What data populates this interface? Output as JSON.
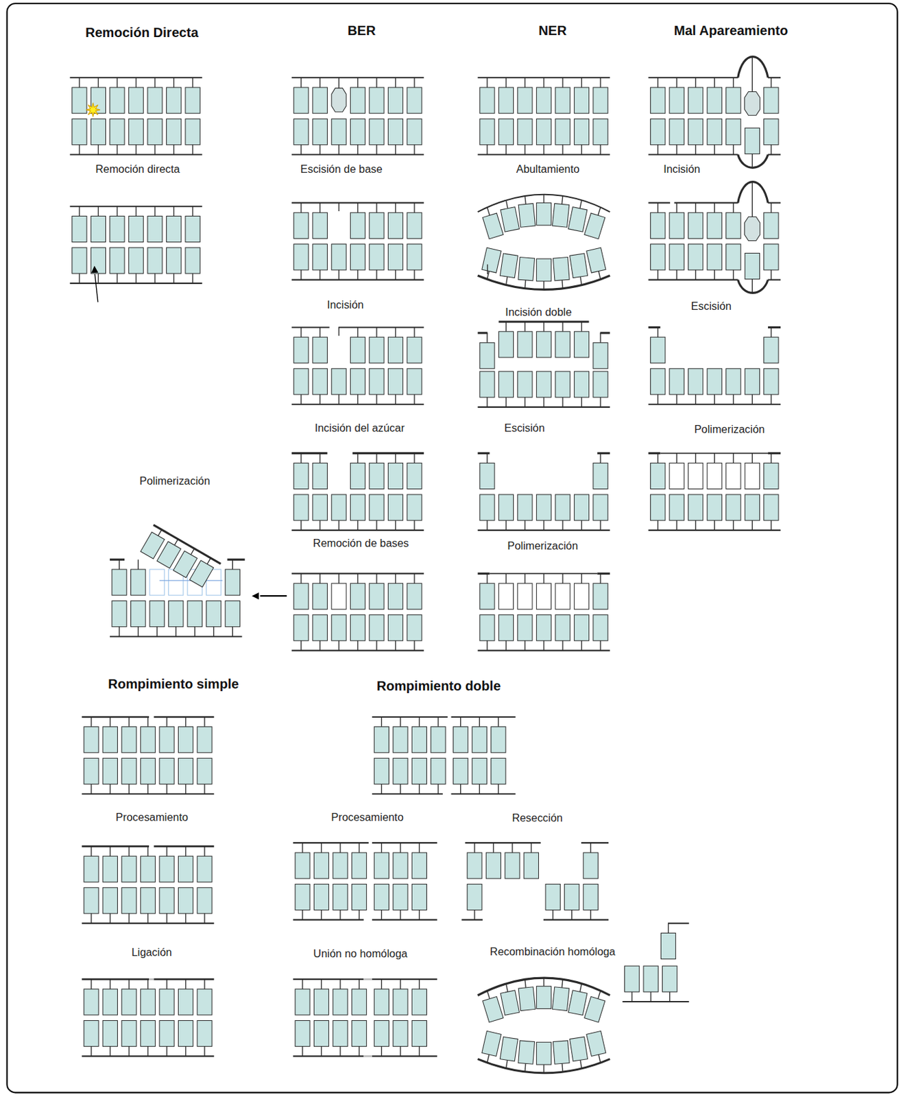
{
  "diagram": {
    "labels": [
      "Remoción Directa",
      "BER",
      "NER",
      "Mal Apareamiento",
      "Remoción directa",
      "Escisión de base",
      "Abultamiento",
      "Incisión",
      "Incisión",
      "Incisión doble",
      "Escisión",
      "Incisión del azúcar",
      "Escisión",
      "Polimerización",
      "Polimerización",
      "Remoción de bases",
      "Polimerización",
      "Rompimiento simple",
      "Rompimiento doble",
      "Procesamiento",
      "Procesamiento",
      "Resección",
      "Ligación",
      "Unión no homóloga",
      "Recombinación homóloga"
    ]
  }
}
